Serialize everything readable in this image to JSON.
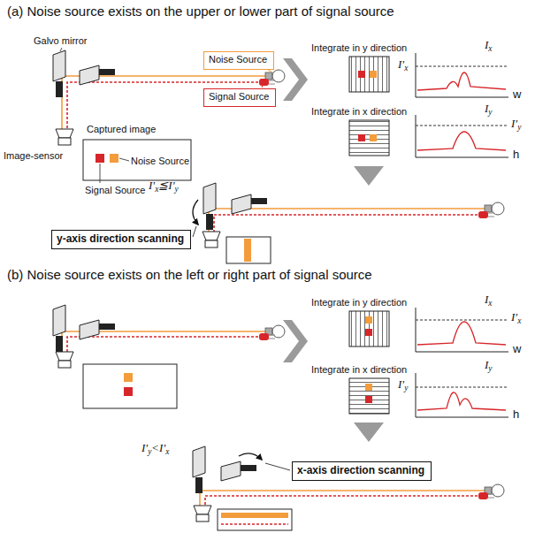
{
  "diagram": {
    "nodes": [
      {
        "text": [
          "Noise Source"
        ]
      },
      {
        "text": [
          "Signal Source"
        ]
      },
      {
        "text": [
          "y-axis direction scanning"
        ]
      },
      {
        "text": [
          "x-axis direction scanning"
        ]
      }
    ],
    "labels": [
      "(a) Noise source exists on the upper or lower part of signal source",
      "Galvo mirror",
      "Captured image",
      "Image-sensor",
      "Noise Source",
      "Signal Source",
      "Integrate in y direction",
      "Integrate in x direction",
      "Ix",
      "I'x",
      "w",
      "Iy",
      "I'y",
      "h",
      "I'x≦I'y",
      "(b) Noise source exists on the left or right part of signal source",
      "Integrate in y direction",
      "Integrate in x direction",
      "Ix",
      "I'x",
      "w",
      "Iy",
      "I'y",
      "h",
      "I'y<I'x"
    ]
  }
}
